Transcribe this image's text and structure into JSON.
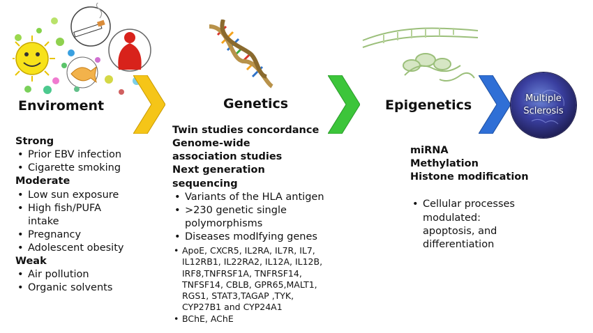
{
  "stages": {
    "environment": "Enviroment",
    "genetics": "Genetics",
    "epigenetics": "Epigenetics",
    "ms": "Multiple Sclerosis"
  },
  "environment": {
    "strong_heading": "Strong",
    "strong_items": [
      "Prior EBV infection",
      "Cigarette smoking"
    ],
    "moderate_heading": "Moderate",
    "moderate_items": [
      "Low sun exposure",
      "High fish/PUFA intake",
      "Pregnancy",
      "Adolescent obesity"
    ],
    "weak_heading": "Weak",
    "weak_items": [
      "Air pollution",
      "Organic solvents"
    ]
  },
  "genetics": {
    "line1": "Twin studies concordance",
    "line2": "Genome-wide association studies",
    "line3": "Next generation sequencing",
    "items": [
      "Variants of the HLA antigen",
      ">230 genetic single polymorphisms",
      "Diseases modIfying genes"
    ],
    "genes": [
      "ApoE, CXCR5, IL2RA, IL7R, IL7, IL12RB1, IL22RA2, IL12A, IL12B, IRF8,TNFRSF1A, TNFRSF14, TNFSF14, CBLB, GPR65,MALT1, RGS1, STAT3,TAGAP ,TYK, CYP27B1 and CYP24A1",
      "BChE, AChE"
    ]
  },
  "epigenetics": {
    "line1": "miRNA",
    "line2": "Methylation",
    "line3": "Histone modification",
    "items": [
      "Cellular processes modulated: apoptosis, and differentiation"
    ]
  },
  "colors": {
    "chevron1": "#f5c518",
    "chevron2": "#3cc53a",
    "chevron3": "#2f6fd6"
  }
}
